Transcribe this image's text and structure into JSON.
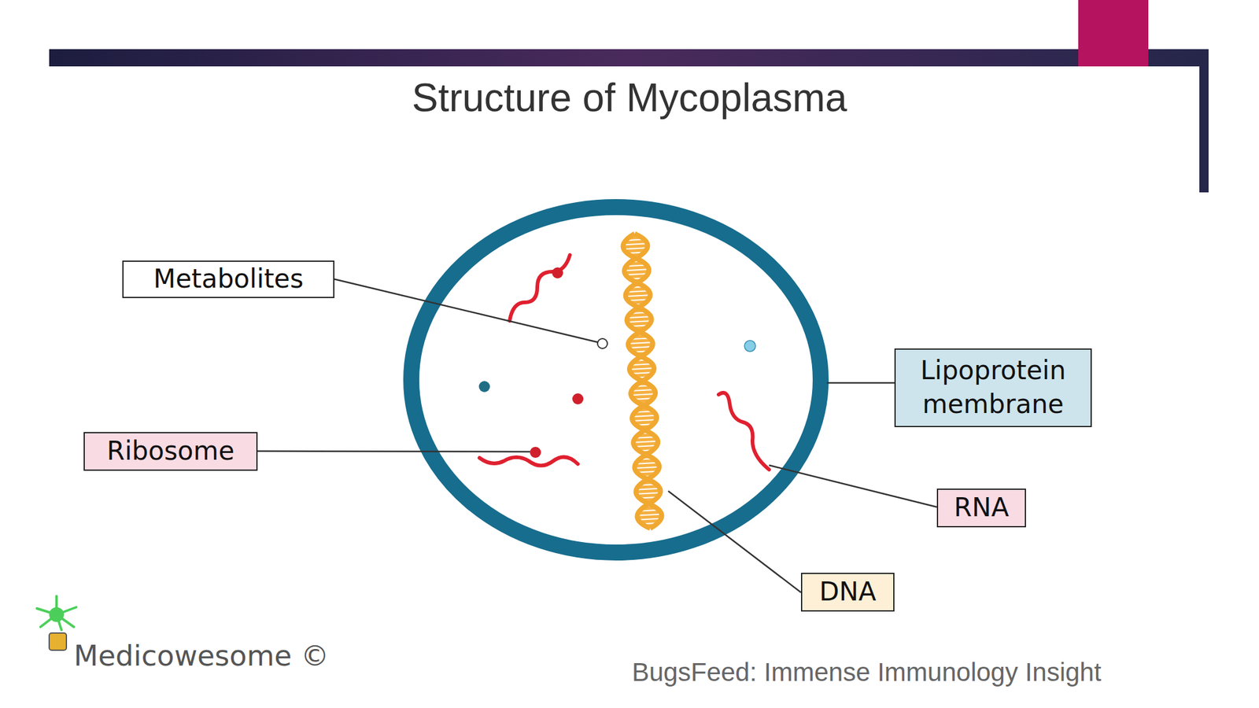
{
  "diagram": {
    "title": "Structure of Mycoplasma",
    "nodes": [
      {
        "text": [
          "Metabolites"
        ]
      },
      {
        "text": [
          "Lipoprotein membrane"
        ]
      },
      {
        "text": [
          "Ribosome"
        ]
      },
      {
        "text": [
          "RNA"
        ]
      },
      {
        "text": [
          "DNA"
        ]
      }
    ],
    "labels": [
      "Medicowesome ©",
      "BugsFeed: Immense Immunology Insight"
    ]
  }
}
